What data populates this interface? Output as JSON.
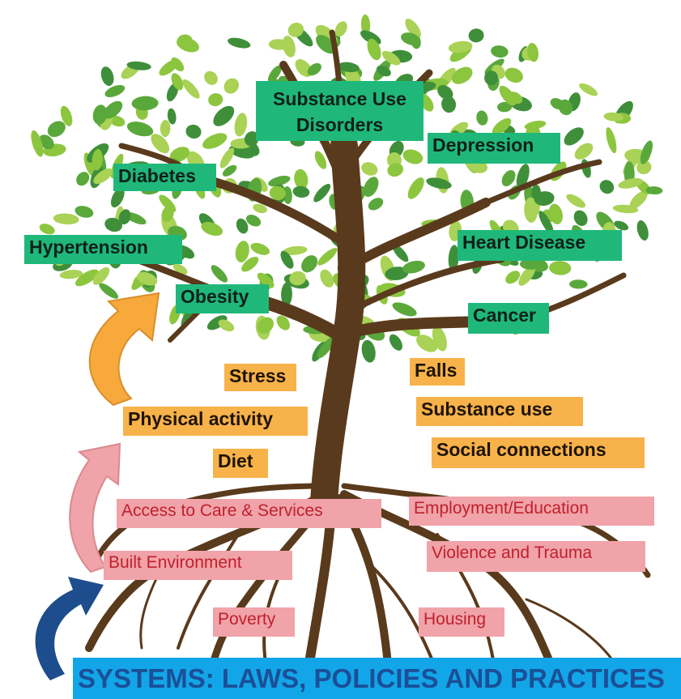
{
  "outcomes": {
    "substance_use_disorders": "Substance Use\nDisorders",
    "depression": "Depression",
    "diabetes": "Diabetes",
    "hypertension": "Hypertension",
    "heart_disease": "Heart Disease",
    "obesity": "Obesity",
    "cancer": "Cancer"
  },
  "behaviors": {
    "stress": "Stress",
    "falls": "Falls",
    "physical_activity": "Physical activity",
    "substance_use": "Substance use",
    "diet": "Diet",
    "social_connections": "Social connections"
  },
  "conditions": {
    "access_to_care": "Access to Care & Services",
    "employment_education": "Employment/Education",
    "built_environment": "Built Environment",
    "violence_and_trauma": "Violence and Trauma",
    "poverty": "Poverty",
    "housing": "Housing"
  },
  "systems": "SYSTEMS: LAWS, POLICIES AND PRACTICES",
  "colors": {
    "leaf_dark": "#3f8f3a",
    "leaf_light": "#8cc63f",
    "trunk": "#5a3a1c",
    "outcome_bg": "#1fb87a",
    "behavior_bg": "#f7b24a",
    "condition_bg": "#f0a3a8",
    "condition_text": "#c0202e",
    "systems_bg": "#12a6e8",
    "systems_text": "#1b4f97",
    "arrow_navy": "#1d4d8c",
    "arrow_pink": "#f0a3a8",
    "arrow_orange": "#f7a93b"
  }
}
